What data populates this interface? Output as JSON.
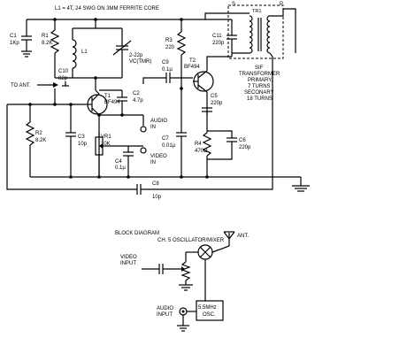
{
  "header_note": "L1 = 4T, 24 SWG ON 3MM FERRITE CORE",
  "labels": {
    "C1": "C1",
    "C1_val": "1Kp",
    "R1": "R1",
    "R1_val": "8.2K",
    "L1": "L1",
    "VC": "2-22p",
    "VC2": "VC(TMR)",
    "C10": "C10",
    "C10_val": "82p",
    "to_ant": "TO ANT.",
    "T1": "T1",
    "T1_part": "BF494",
    "C2": "C2",
    "C2_val": "4.7p",
    "R2": "R2",
    "R2_val": "8.2K",
    "C3": "C3",
    "C3_val": "10p",
    "VR1": "VR1",
    "VR1_val": "10K",
    "C4": "C4",
    "C4_val": "0.1µ",
    "audio_in1": "AUDIO",
    "audio_in2": "IN",
    "video_in1": "VIDEO",
    "video_in2": "IN",
    "R3": "R3",
    "R3_val": "220",
    "C9": "C9",
    "C9_val": "0.1µ",
    "T2": "T2",
    "T2_part": "BF494",
    "C5": "C5",
    "C5_val": "220p",
    "R4": "R4",
    "R4_val": "470Ω",
    "C6": "C6",
    "C6_val": "220p",
    "C7": "C7",
    "C7_val": "0.01µ",
    "C8": "C8",
    "C8_val": "10p",
    "C11": "C11",
    "C11_val": "220p",
    "S": "S",
    "P": "P",
    "TR1": "TR1",
    "sif1": "SIF",
    "sif2": "TRANSFORMER",
    "sif3": "PRIMARY,",
    "sif4": "7 TURNS",
    "sif5": "SECONARY",
    "sif6": "18 TURNS",
    "block_title": "BLOCK DIAGRAM",
    "block_sub": "CH. 5 OSCILLATOR/MIXER",
    "ant": "ANT.",
    "video_input1": "VIDEO",
    "video_input2": "INPUT",
    "audio_input1": "AUDIO",
    "audio_input2": "INPUT",
    "osc1": "5.5MHz",
    "osc2": "OSC."
  }
}
